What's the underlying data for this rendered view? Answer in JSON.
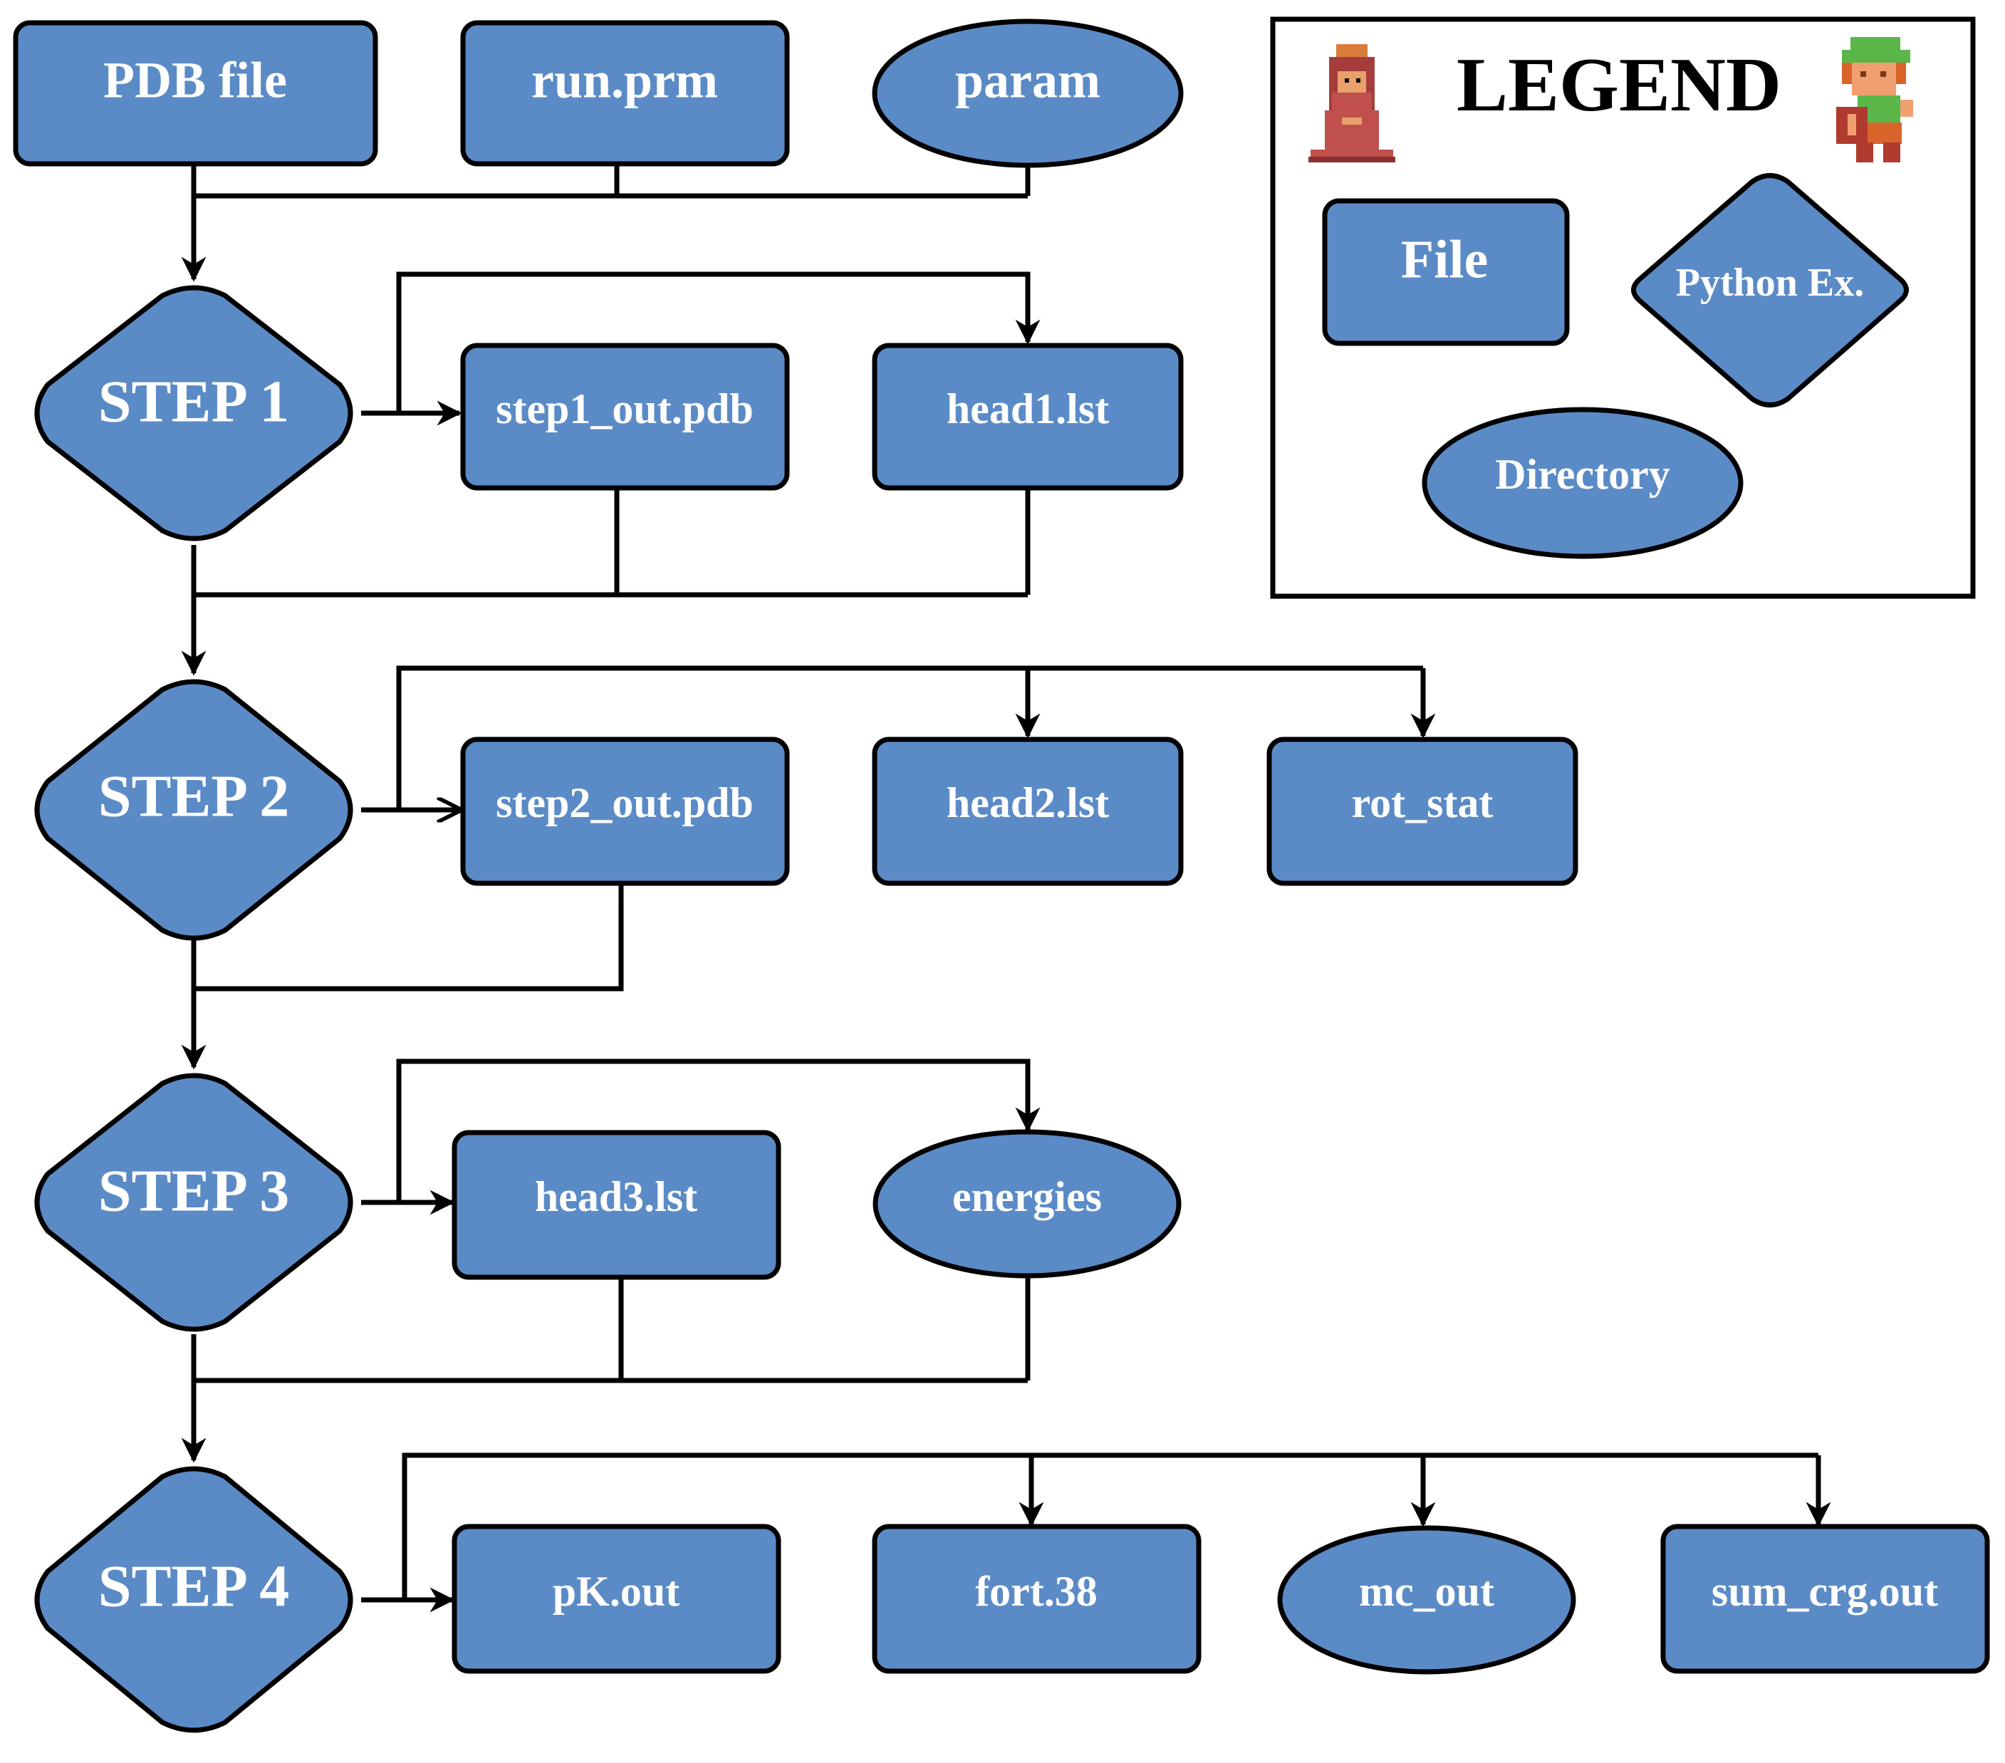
{
  "colors": {
    "shape_fill": "#5b8bc6",
    "stroke": "#000000",
    "label_text": "#ffffff",
    "background": "#ffffff"
  },
  "inputs": {
    "pdb_file": "PDB file",
    "run_prm": "run.prm",
    "param": "param"
  },
  "steps": {
    "step1": "STEP 1",
    "step2": "STEP 2",
    "step3": "STEP 3",
    "step4": "STEP 4"
  },
  "outputs": {
    "step1_out": "step1_out.pdb",
    "head1": "head1.lst",
    "step2_out": "step2_out.pdb",
    "head2": "head2.lst",
    "rot_stat": "rot_stat",
    "head3": "head3.lst",
    "energies": "energies",
    "pk_out": "pK.out",
    "fort38": "fort.38",
    "mc_out": "mc_out",
    "sum_crg": "sum_crg.out"
  },
  "legend": {
    "title": "LEGEND",
    "file": "File",
    "python": "Python Ex.",
    "directory": "Directory",
    "left_icon": "princess-sprite-icon",
    "right_icon": "hero-sprite-icon"
  }
}
